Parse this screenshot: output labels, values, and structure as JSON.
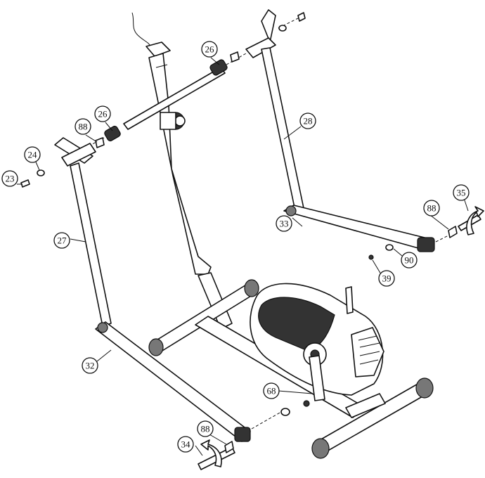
{
  "parts": [
    {
      "id": "p23",
      "label": "23"
    },
    {
      "id": "p24",
      "label": "24"
    },
    {
      "id": "p88a",
      "label": "88"
    },
    {
      "id": "p26a",
      "label": "26"
    },
    {
      "id": "p26b",
      "label": "26"
    },
    {
      "id": "p28",
      "label": "28"
    },
    {
      "id": "p27",
      "label": "27"
    },
    {
      "id": "p35",
      "label": "35"
    },
    {
      "id": "p88b",
      "label": "88"
    },
    {
      "id": "p33",
      "label": "33"
    },
    {
      "id": "p90",
      "label": "90"
    },
    {
      "id": "p39",
      "label": "39"
    },
    {
      "id": "p32",
      "label": "32"
    },
    {
      "id": "p68",
      "label": "68"
    },
    {
      "id": "p88c",
      "label": "88"
    },
    {
      "id": "p34",
      "label": "34"
    }
  ]
}
